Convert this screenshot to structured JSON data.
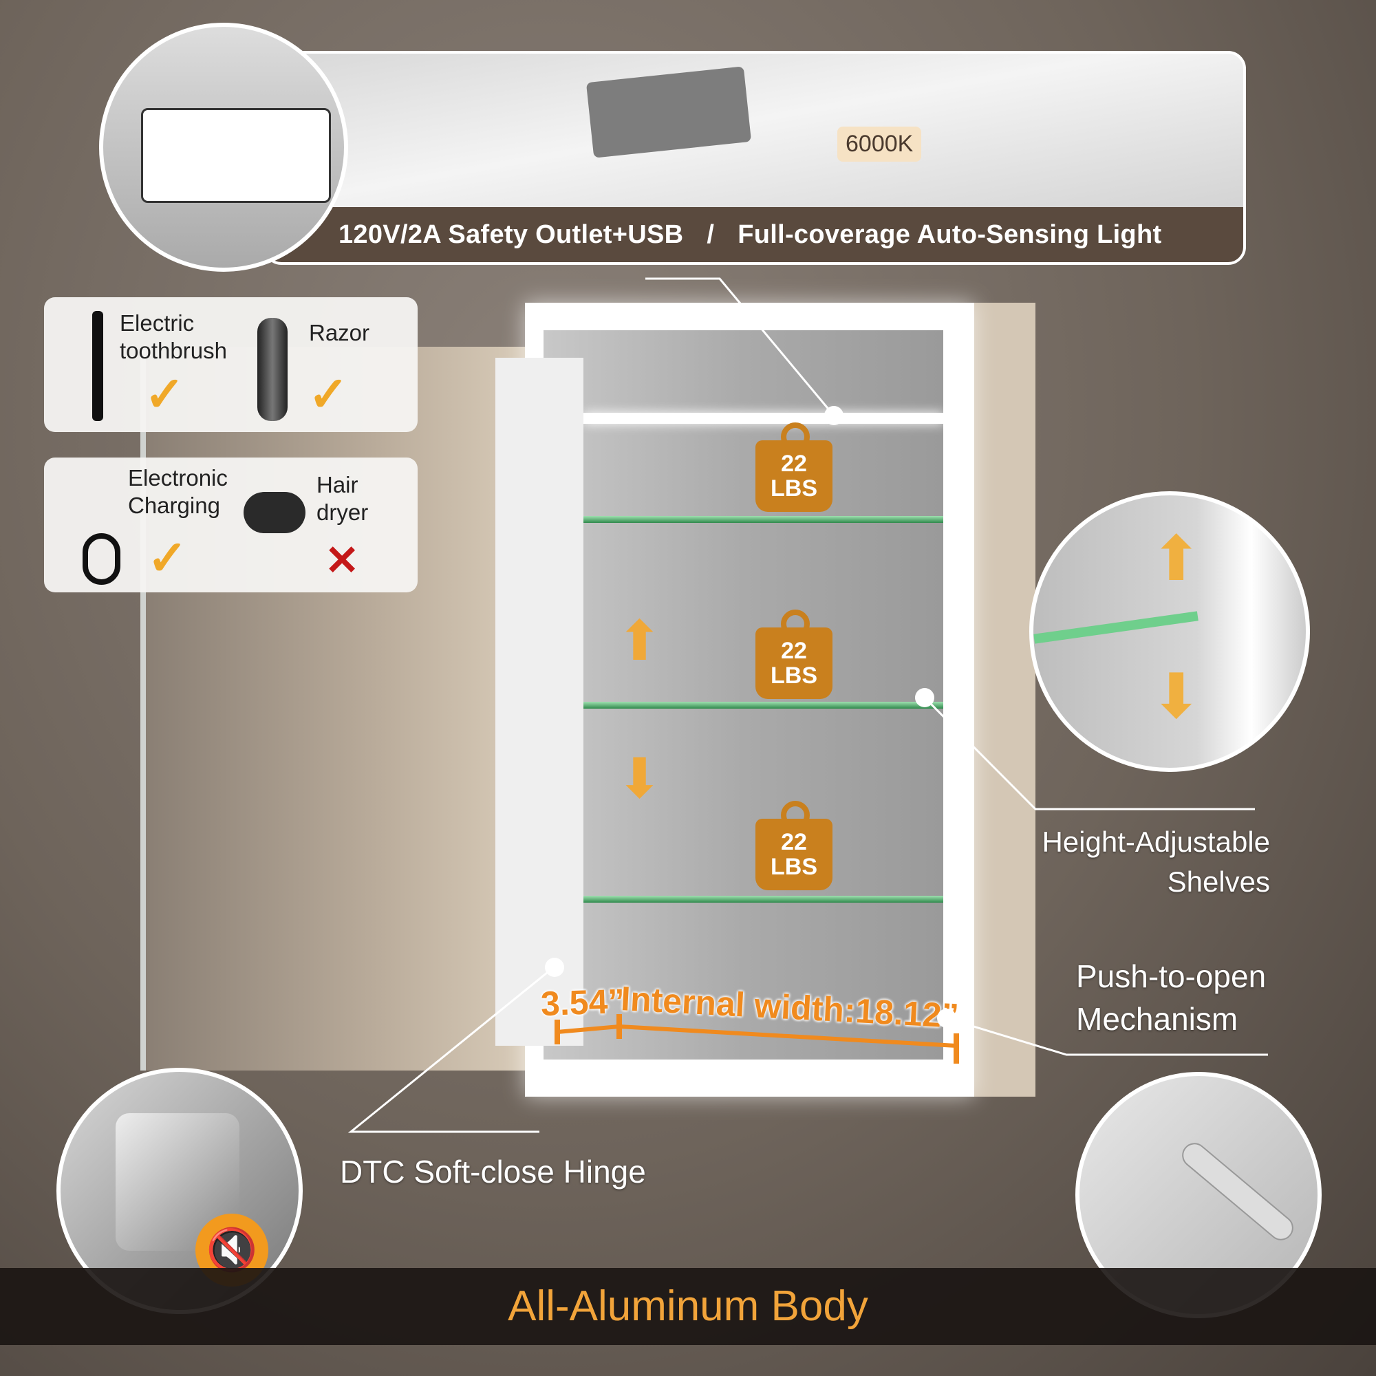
{
  "top_banner": {
    "outlet_text": "120V/2A Safety Outlet+USB",
    "separator": "/",
    "light_text": "Full-coverage Auto-Sensing Light",
    "color_temp": "6000K"
  },
  "compatibility": {
    "card1": [
      {
        "label": "Electric toothbrush",
        "status": "check"
      },
      {
        "label": "Razor",
        "status": "check"
      }
    ],
    "card2": [
      {
        "label": "Electronic Charging",
        "status": "check"
      },
      {
        "label": "Hair dryer",
        "status": "cross"
      }
    ],
    "check_glyph": "✓",
    "cross_glyph": "✕"
  },
  "shelves": [
    {
      "load": "22",
      "unit": "LBS"
    },
    {
      "load": "22",
      "unit": "LBS"
    },
    {
      "load": "22",
      "unit": "LBS"
    }
  ],
  "dimensions": {
    "depth": "3.54”",
    "width": "Internal width:18.12”"
  },
  "callouts": {
    "shelves": [
      "Height-Adjustable",
      "Shelves"
    ],
    "push": [
      "Push-to-open",
      "Mechanism"
    ],
    "hinge": "DTC Soft-close Hinge"
  },
  "footer": {
    "title": "All-Aluminum Body"
  },
  "colors": {
    "accent": "#f2a43a",
    "badge": "#c9801e",
    "banner": "#5a4a3e",
    "cross": "#c41818"
  }
}
